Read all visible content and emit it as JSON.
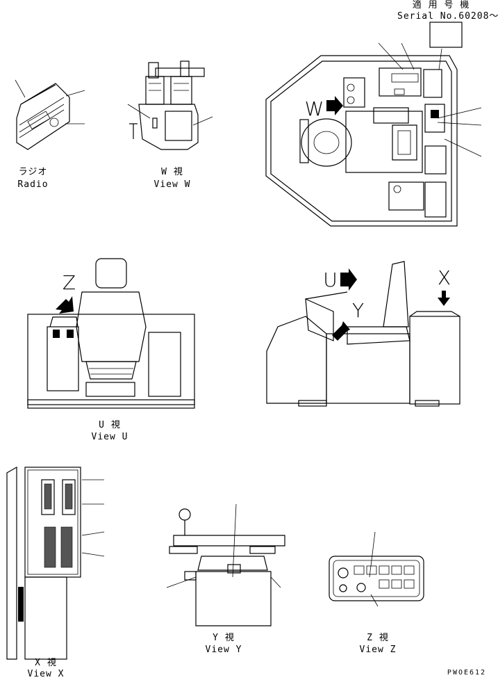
{
  "serial": {
    "applicable_label": "適 用 号 機",
    "serial_text": "Serial No.60208～"
  },
  "views": {
    "radio": {
      "jp": "ラジオ",
      "en": "Radio"
    },
    "w": {
      "jp": "W 視",
      "en": "View W"
    },
    "u": {
      "jp": "U 視",
      "en": "View U"
    },
    "x": {
      "jp": "X 視",
      "en": "View X"
    },
    "y": {
      "jp": "Y 視",
      "en": "View Y"
    },
    "z": {
      "jp": "Z 視",
      "en": "View Z"
    }
  },
  "arrows": {
    "w": "W",
    "u": "U",
    "x": "X",
    "y": "Y",
    "z": "Z"
  },
  "reference_code": "PWOE612"
}
